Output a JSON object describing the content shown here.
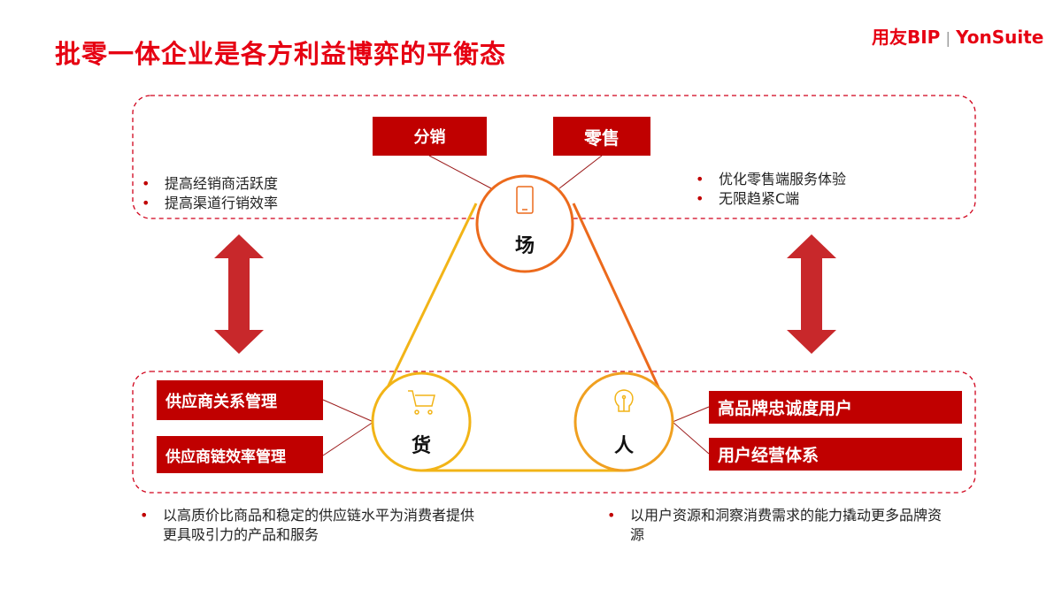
{
  "title": "批零一体企业是各方利益博弈的平衡态",
  "logo": {
    "brand": "用友BIP",
    "separator": "|",
    "product": "YonSuite"
  },
  "nodes": {
    "place": "场",
    "goods": "货",
    "people": "人"
  },
  "top_labels": {
    "distribution": "分销",
    "retail": "零售"
  },
  "top_left_bullets": [
    "提高经销商活跃度",
    "提高渠道行销效率"
  ],
  "top_right_bullets": [
    "优化零售端服务体验",
    "无限趋紧C端"
  ],
  "left_labels": [
    "供应商关系管理",
    "供应商链效率管理"
  ],
  "right_labels": [
    "高品牌忠诚度用户",
    "用户经营体系"
  ],
  "bottom_left_bullets": [
    "以高质价比商品和稳定的供应链水平为消费者提供更具吸引力的产品和服务"
  ],
  "bottom_right_bullets": [
    "以用户资源和洞察消费需求的能力撬动更多品牌资源"
  ],
  "colors": {
    "accent": "#e60012",
    "box": "#c00000",
    "orange": "#ec6a1c",
    "yellow": "#f2b417"
  }
}
